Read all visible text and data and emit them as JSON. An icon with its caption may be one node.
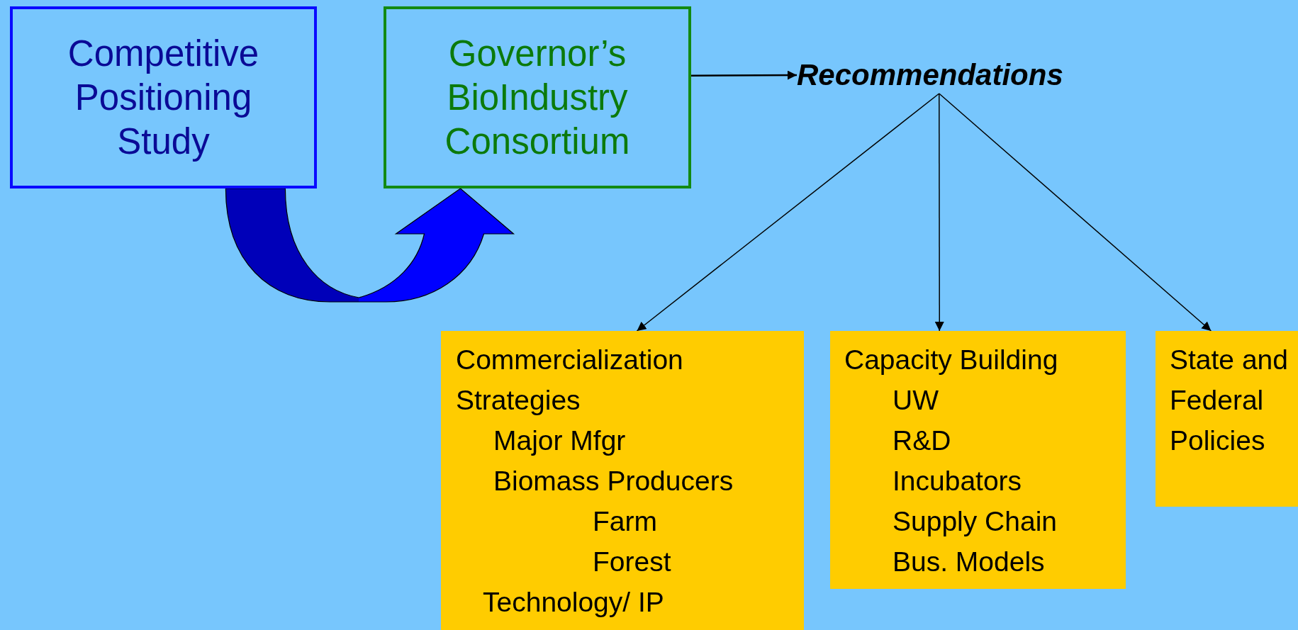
{
  "diagram": {
    "nodes": [
      {
        "text": [
          "Competitive Positioning Study"
        ]
      },
      {
        "text": [
          "Governor’s BioIndustry Consortium"
        ]
      },
      {
        "text": [
          "Recommendations"
        ]
      },
      {
        "text": [
          "Commercialization Strategies",
          "Major Mfgr",
          "Biomass Producers",
          "Farm",
          "Forest",
          "Technology/ IP"
        ]
      },
      {
        "text": [
          "Capacity Building",
          "UW",
          "R&D",
          "Incubators",
          "Supply Chain",
          "Bus. Models"
        ]
      },
      {
        "text": [
          "State and Federal Policies"
        ]
      }
    ],
    "edges": [
      {
        "from": 0,
        "to": 1,
        "arrow": "to",
        "style": "thick",
        "color": "#0000ff"
      },
      {
        "from": 1,
        "to": 2,
        "arrow": "to"
      },
      {
        "from": 2,
        "to": 3,
        "arrow": "to"
      },
      {
        "from": 2,
        "to": 4,
        "arrow": "to"
      },
      {
        "from": 2,
        "to": 5,
        "arrow": "to"
      }
    ]
  }
}
